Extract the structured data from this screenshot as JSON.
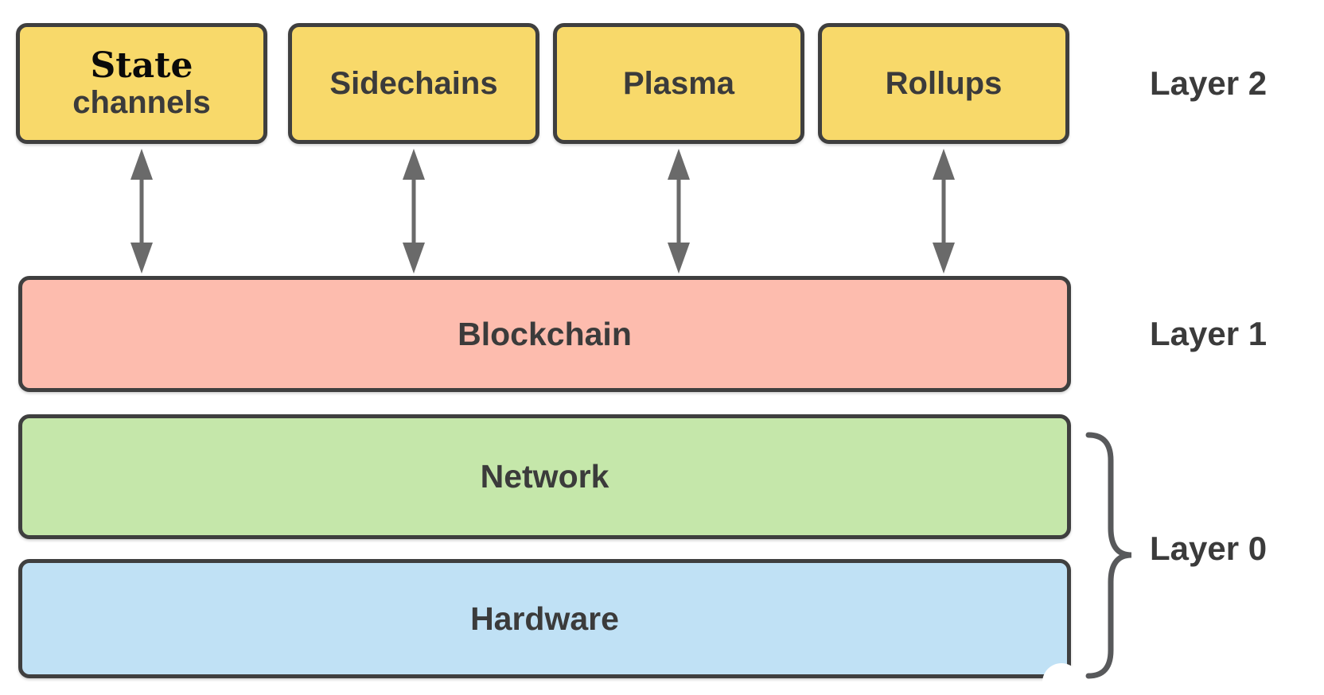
{
  "layers": {
    "layer2": {
      "side_label": "Layer 2",
      "nodes": [
        {
          "title_line1": "State",
          "title_line2": "channels"
        },
        {
          "label": "Sidechains"
        },
        {
          "label": "Plasma"
        },
        {
          "label": "Rollups"
        }
      ]
    },
    "layer1": {
      "side_label": "Layer 1",
      "nodes": [
        {
          "label": "Blockchain"
        }
      ]
    },
    "layer0": {
      "side_label": "Layer 0",
      "nodes": [
        {
          "label": "Network"
        },
        {
          "label": "Hardware"
        }
      ]
    }
  },
  "icons": {
    "connector": "double-headed-vertical-arrow",
    "grouping": "right-curly-brace"
  },
  "colors": {
    "background": "#FFFFFF",
    "layer2_fill": "#F8D96A",
    "layer1_fill": "#FDBCAE",
    "network_fill": "#C5E7AA",
    "hardware_fill": "#C0E1F5",
    "border": "#3F3F3F",
    "text": "#3B3B3B",
    "state_text": "#0A0A0A",
    "arrow": "#6A6A6A",
    "brace": "#58595B"
  }
}
